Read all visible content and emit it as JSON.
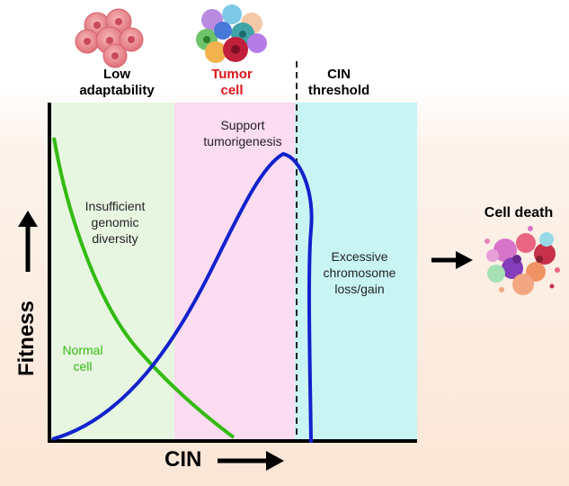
{
  "headings": {
    "low_adaptability": [
      "Low",
      "adaptability"
    ],
    "tumor_cell": [
      "Tumor",
      "cell"
    ],
    "cin_threshold": [
      "CIN",
      "threshold"
    ]
  },
  "annotations": {
    "support": [
      "Support",
      "tumorigenesis"
    ],
    "insufficient": [
      "Insufficient",
      "genomic",
      "diversity"
    ],
    "excessive": [
      "Excessive",
      "chromosome",
      "loss/gain"
    ],
    "normal_cell": [
      "Normal",
      "cell"
    ],
    "cell_death": "Cell death"
  },
  "axes": {
    "x_label": "CIN",
    "y_label": "Fitness"
  },
  "colors": {
    "low_region": "#e7f6e1",
    "tumor_region": "#fbdcf1",
    "threshold_region": "#c8f5f3",
    "tumor_curve": "#1122cc",
    "normal_curve": "#33bb11",
    "tumor_heading": "#e0161b"
  },
  "icons": [
    "normal-cell-cluster-icon",
    "tumor-cell-cluster-icon",
    "dying-cell-cluster-icon",
    "arrow-right-icon",
    "arrow-up-icon"
  ]
}
